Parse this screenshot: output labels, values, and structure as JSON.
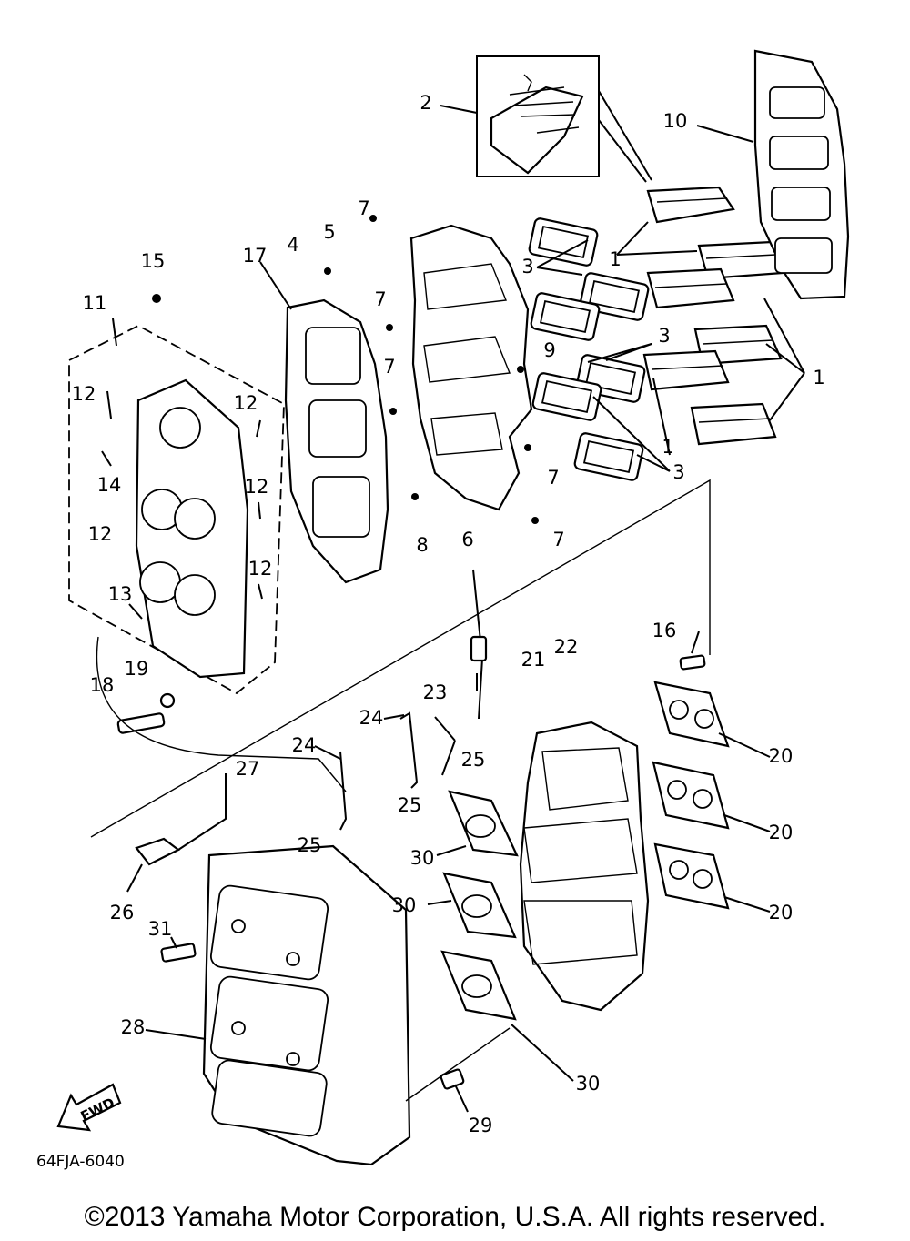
{
  "diagram": {
    "part_labels": [
      "1",
      "2",
      "3",
      "4",
      "5",
      "6",
      "7",
      "8",
      "9",
      "10",
      "11",
      "12",
      "13",
      "14",
      "15",
      "16",
      "17",
      "18",
      "19",
      "20",
      "21",
      "22",
      "23",
      "24",
      "25",
      "26",
      "27",
      "28",
      "29",
      "30",
      "31"
    ],
    "diagram_code": "64FJA-6040",
    "fwd_label": "FWD"
  },
  "footer": {
    "copyright": "©2013 Yamaha Motor Corporation, U.S.A. All rights reserved."
  }
}
